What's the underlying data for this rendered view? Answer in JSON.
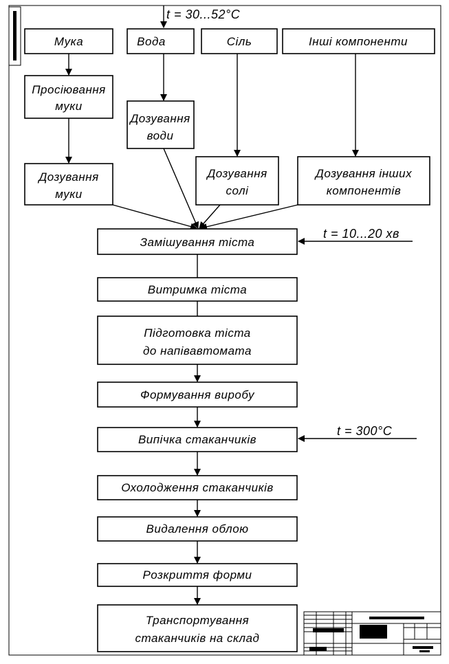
{
  "inputs": {
    "flour": "Мука",
    "water": "Вода",
    "salt": "Сіль",
    "other": "Інші компоненти"
  },
  "prep": {
    "sifting": [
      "Просіювання",
      "муки"
    ],
    "water_dosing": [
      "Дозування",
      "води"
    ],
    "flour_dosing": [
      "Дозування",
      "муки"
    ],
    "salt_dosing": [
      "Дозування",
      "солі"
    ],
    "other_dosing": [
      "Дозування інших",
      "компонентів"
    ]
  },
  "conditions": {
    "water_temp": "t  =  30...52°С",
    "mixing_time": "t  =  10...20  хв",
    "baking_temp": "t  =  300°С"
  },
  "steps": [
    {
      "lines": [
        "Замішування тіста"
      ]
    },
    {
      "lines": [
        "Витримка тіста"
      ]
    },
    {
      "lines": [
        "Підготовка тіста",
        "до напівавтомата"
      ]
    },
    {
      "lines": [
        "Формування виробу"
      ]
    },
    {
      "lines": [
        "Випічка стаканчиків"
      ]
    },
    {
      "lines": [
        "Охолодження стаканчиків"
      ]
    },
    {
      "lines": [
        "Видалення облою"
      ]
    },
    {
      "lines": [
        "Розкриття форми"
      ]
    },
    {
      "lines": [
        "Транспортування",
        "стаканчиків на склад"
      ]
    }
  ],
  "colors": {
    "ink": "#000000",
    "paper": "#ffffff"
  }
}
